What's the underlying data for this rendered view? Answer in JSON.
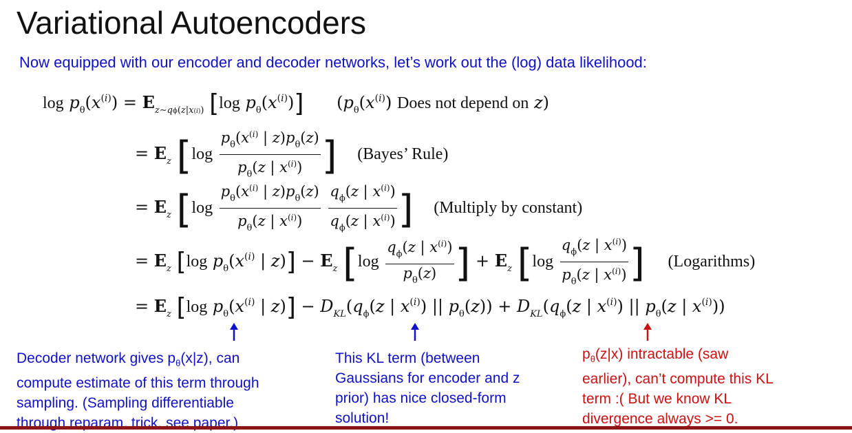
{
  "title": "Variational Autoencoders",
  "subtitle": "Now equipped with our encoder and decoder networks, let’s work out the (log) data likelihood:",
  "equations": {
    "line1_note": "Does not depend on",
    "line2_note": "(Bayes’ Rule)",
    "line3_note": "(Multiply by constant)",
    "line4_note": "(Logarithms)"
  },
  "annotations": {
    "decoder": {
      "line1_pre": "Decoder network gives p",
      "line1_post": "(x|z), can",
      "line2": "compute estimate of this term through",
      "line3": "sampling. (Sampling differentiable",
      "line4": "through reparam. trick, see paper.)"
    },
    "kl": {
      "line1": "This KL term (between",
      "line2": "Gaussians for encoder and z",
      "line3": "prior) has nice closed-form",
      "line4": "solution!"
    },
    "intractable": {
      "line1_pre": "p",
      "line1_post": "(z|x) intractable (saw",
      "line2": "earlier), can’t compute this KL",
      "line3": "term :( But we know KL",
      "line4": "divergence always >= 0."
    }
  },
  "colors": {
    "subtitle": "#1010c8",
    "annotation_blue": "#1010c8",
    "annotation_red": "#cc1111",
    "bottom_bar": "#8c1515"
  }
}
